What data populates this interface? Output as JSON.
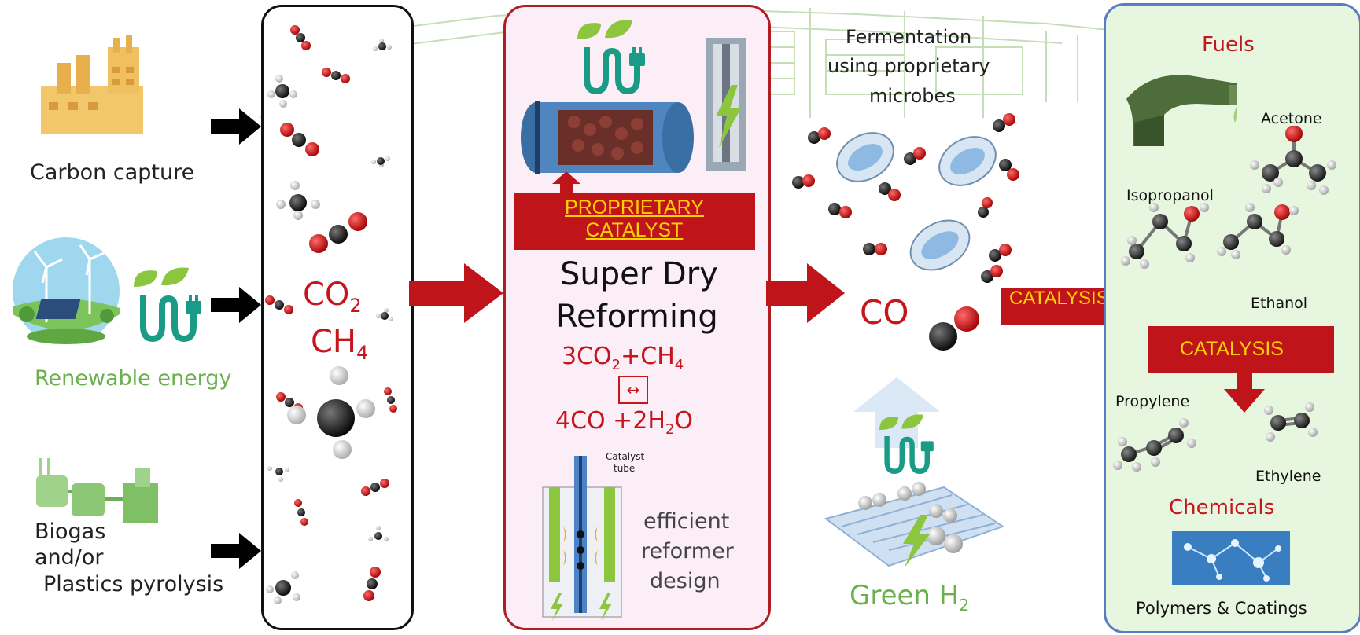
{
  "sources": {
    "carbon_capture": "Carbon capture",
    "renewable_energy": "Renewable energy",
    "biogas_line1": "Biogas",
    "biogas_line2": "and/or",
    "biogas_line3": "Plastics pyrolysis"
  },
  "inputs": {
    "co2": "CO",
    "co2_sub": "2",
    "ch4": "CH",
    "ch4_sub": "4"
  },
  "reforming": {
    "banner_line1": "PROPRIETARY",
    "banner_line2": "CATALYST",
    "title_line1": "Super Dry",
    "title_line2": "Reforming",
    "eq_left_a": "3CO",
    "eq_left_sub_a": "2",
    "eq_left_b": "+CH",
    "eq_left_sub_b": "4",
    "eq_arrow": "↔",
    "eq_right": "4CO +2H",
    "eq_right_sub": "2",
    "eq_right_tail": "O",
    "catalyst_tube": "Catalyst",
    "catalyst_tube2": "tube",
    "design_line1": "efficient",
    "design_line2": "reformer",
    "design_line3": "design"
  },
  "fermentation": {
    "line1": "Fermentation",
    "line2": "using proprietary",
    "line3": "microbes",
    "co_label": "CO",
    "green_h2": "Green H",
    "green_h2_sub": "2"
  },
  "catalysis_label": "CATALYSIS",
  "products": {
    "fuels": "Fuels",
    "acetone": "Acetone",
    "isopropanol": "Isopropanol",
    "ethanol": "Ethanol",
    "catalysis": "CATALYSIS",
    "propylene": "Propylene",
    "ethylene": "Ethylene",
    "chemicals": "Chemicals",
    "polymers": "Polymers & Coatings"
  },
  "colors": {
    "red": "#c5161d",
    "banner_red": "#c0141b",
    "banner_text": "#ffd200",
    "green": "#6ab04c",
    "teal": "#1a9b86",
    "blue_border": "#5b7bc2"
  }
}
